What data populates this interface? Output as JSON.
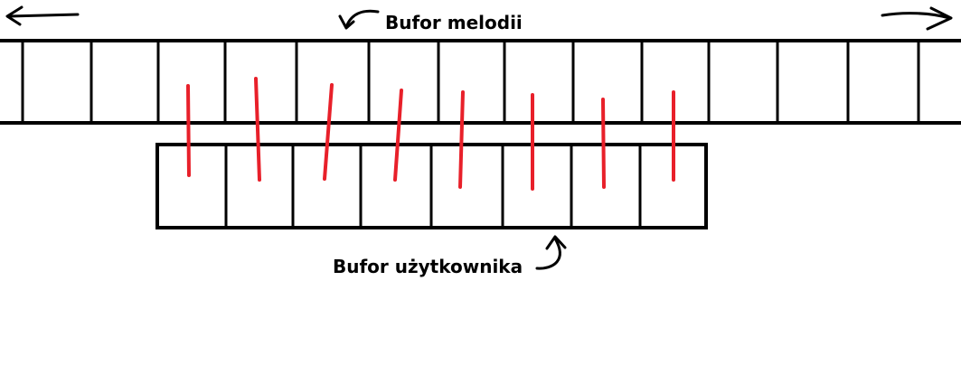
{
  "labels": {
    "melody_buffer": "Bufor melodii",
    "user_buffer": "Bufor użytkownika"
  },
  "melody_buffer": {
    "visible_cells": 14
  },
  "user_buffer": {
    "cells": 8
  },
  "links": {
    "count": 8
  },
  "icons": {
    "left": "arrow-left-icon",
    "right": "arrow-right-icon",
    "melody_pointer": "curved-arrow-icon",
    "user_pointer": "curved-arrow-icon"
  },
  "colors": {
    "ink": "#000000",
    "link": "#e8202a",
    "background": "#ffffff"
  }
}
